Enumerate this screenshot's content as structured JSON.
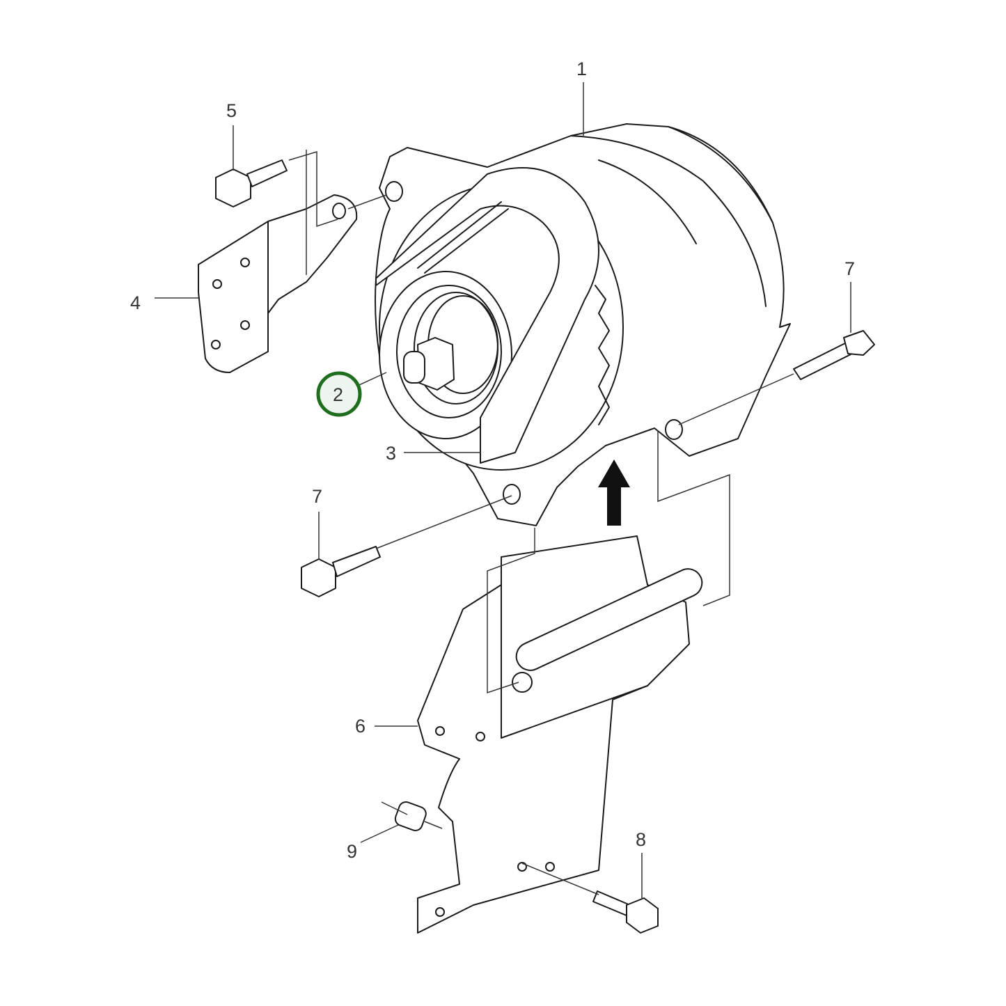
{
  "diagram": {
    "callouts": [
      {
        "id": "1",
        "label": "1"
      },
      {
        "id": "2",
        "label": "2",
        "highlighted": true
      },
      {
        "id": "3",
        "label": "3"
      },
      {
        "id": "4",
        "label": "4"
      },
      {
        "id": "5",
        "label": "5"
      },
      {
        "id": "6",
        "label": "6"
      },
      {
        "id": "7a",
        "label": "7"
      },
      {
        "id": "7b",
        "label": "7"
      },
      {
        "id": "8",
        "label": "8"
      },
      {
        "id": "9",
        "label": "9"
      }
    ],
    "highlight_color": "#1f6e1f",
    "highlight_fill": "#eef4ee"
  }
}
